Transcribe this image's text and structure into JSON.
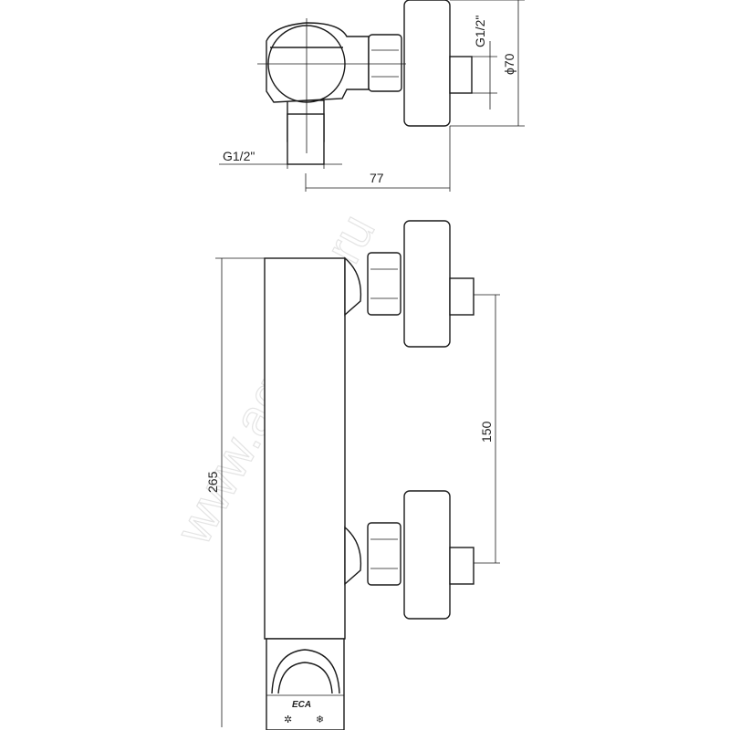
{
  "drawing": {
    "top_view": {
      "inlet_thread_label": "G1/2\"",
      "outlet_thread_label": "G1/2\"",
      "flange_diameter_label": "ϕ70",
      "depth_label": "77"
    },
    "front_view": {
      "height_label": "265",
      "inlet_spacing_label": "150",
      "brand_logo": "ECA"
    },
    "watermark": "www.aquamir.ru"
  }
}
